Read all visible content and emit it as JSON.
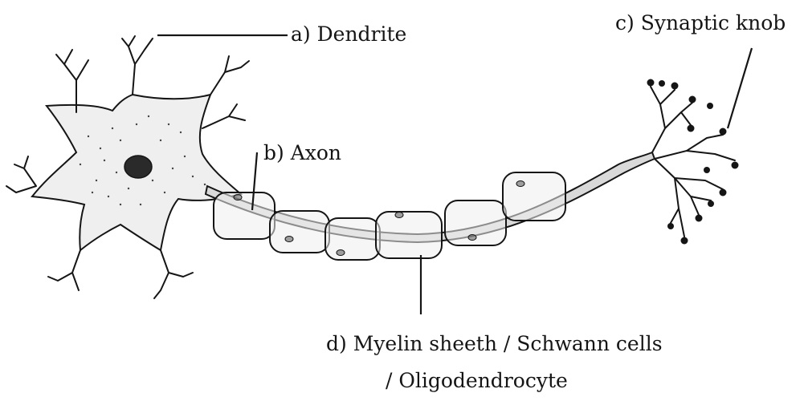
{
  "labels": {
    "dendrite": "a) Dendrite",
    "axon": "b) Axon",
    "synaptic_knob": "c) Synaptic knob",
    "myelin_line1": "d) Myelin sheeth / Schwann cells",
    "myelin_line2": "/ Oligodendrocyte"
  },
  "colors": {
    "ink": "#151515",
    "cell_fill": "#efefef",
    "axon_fill": "#d9d9d9"
  }
}
